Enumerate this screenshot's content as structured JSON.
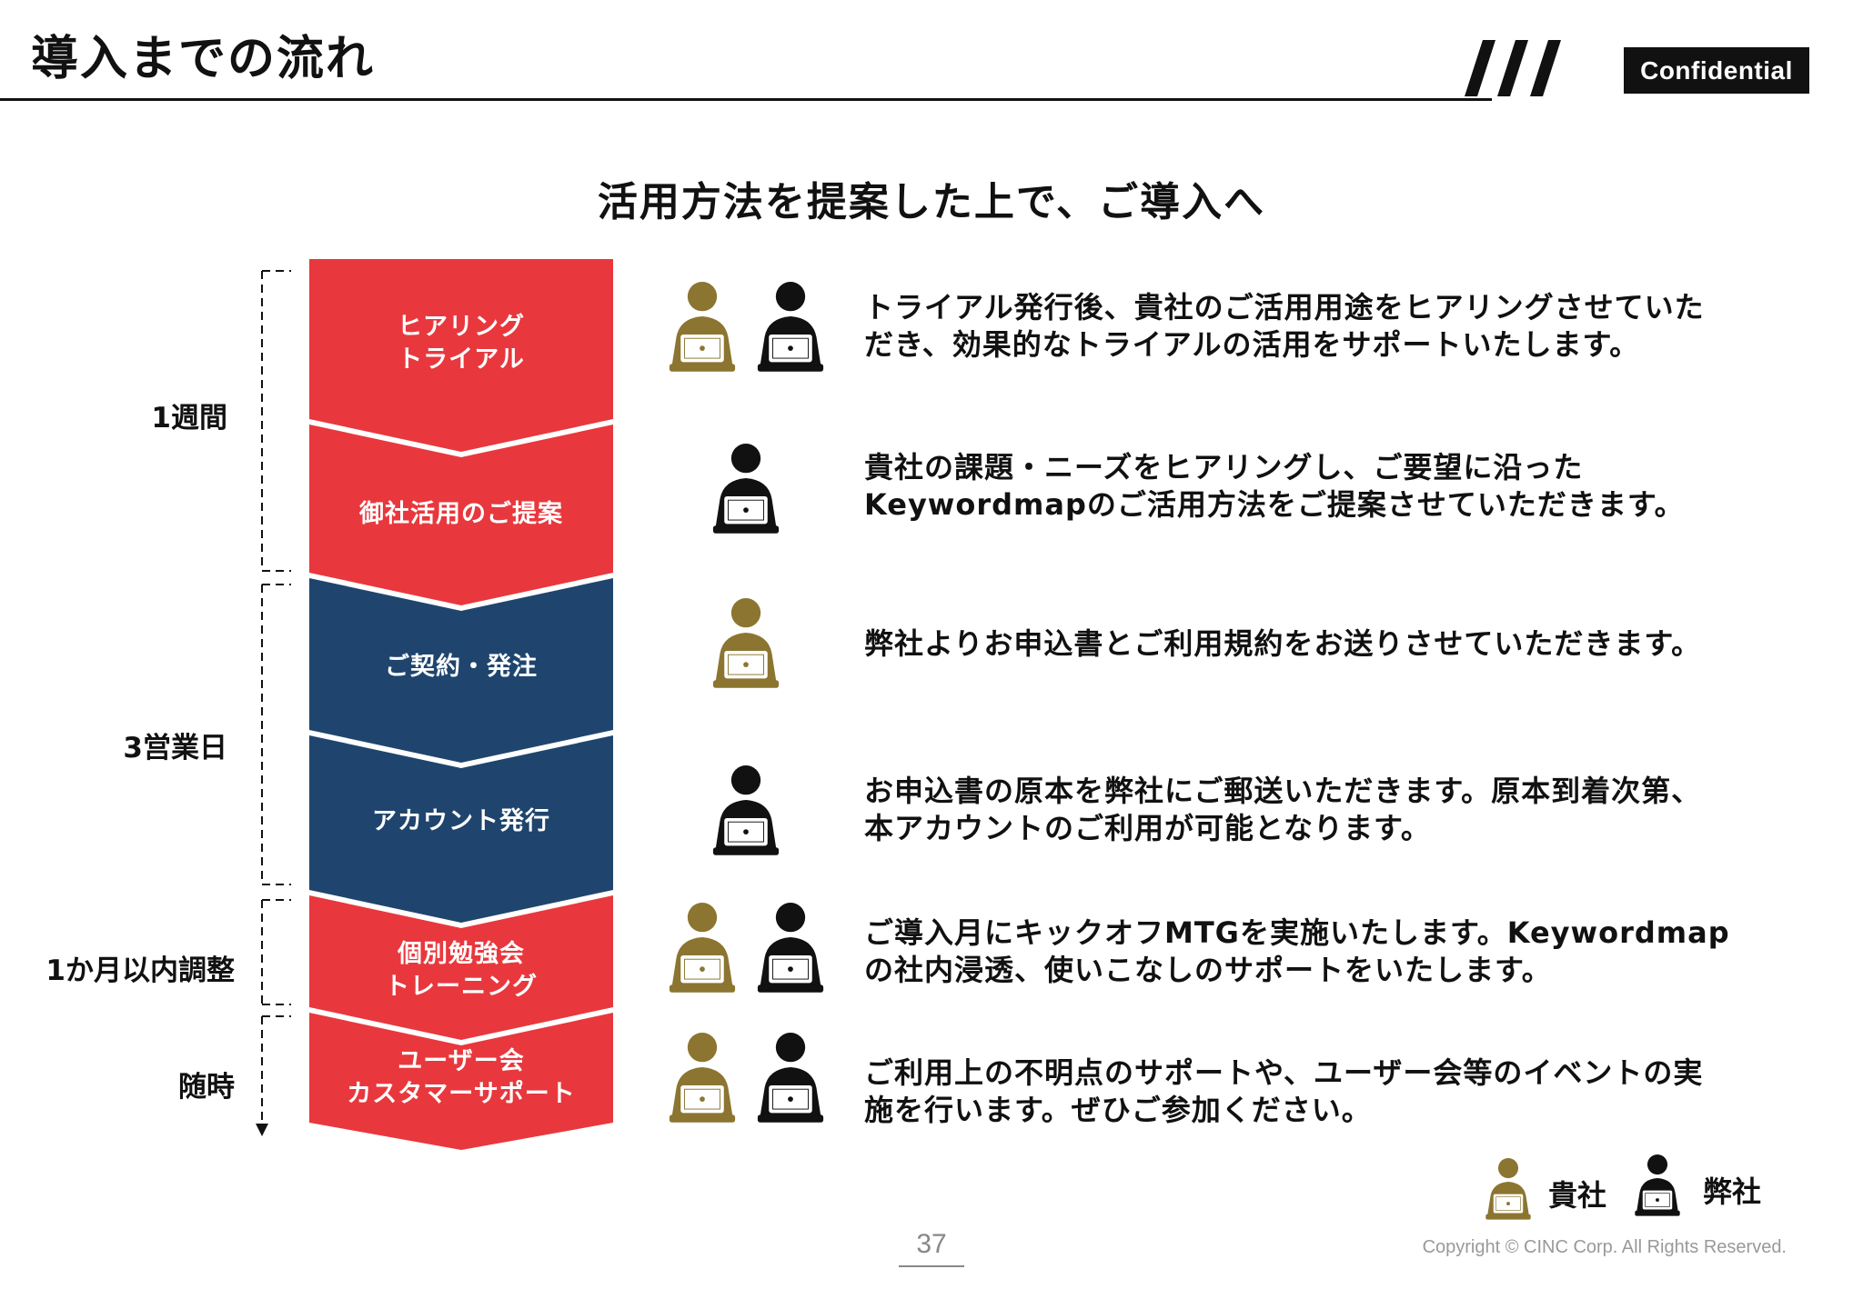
{
  "header": {
    "title": "導入までの流れ",
    "confidential": "Confidential"
  },
  "subtitle": "活用方法を提案した上で、ご導入へ",
  "periods": [
    "1週間",
    "3営業日",
    "1か月以内調整",
    "随時"
  ],
  "steps": [
    {
      "label": "ヒアリング\nトライアル",
      "color": "#E8383D",
      "actors": [
        "client",
        "company"
      ],
      "description": "トライアル発行後、貴社のご活用用途をヒアリングさせていた\nだき、効果的なトライアルの活用をサポートいたします。"
    },
    {
      "label": "御社活用のご提案",
      "color": "#E8383D",
      "actors": [
        "company"
      ],
      "description": "貴社の課題・ニーズをヒアリングし、ご要望に沿った\nKeywordmapのご活用方法をご提案させていただきます。"
    },
    {
      "label": "ご契約・発注",
      "color": "#1F456E",
      "actors": [
        "client"
      ],
      "description": "弊社よりお申込書とご利用規約をお送りさせていただきます。"
    },
    {
      "label": "アカウント発行",
      "color": "#1F456E",
      "actors": [
        "company"
      ],
      "description": "お申込書の原本を弊社にご郵送いただきます。原本到着次第、\n本アカウントのご利用が可能となります。"
    },
    {
      "label": "個別勉強会\nトレーニング",
      "color": "#E8383D",
      "actors": [
        "client",
        "company"
      ],
      "description": "ご導入月にキックオフMTGを実施いたします。Keywordmap\nの社内浸透、使いこなしのサポートをいたします。"
    },
    {
      "label": "ユーザー会\nカスタマーサポート",
      "color": "#E8383D",
      "actors": [
        "client",
        "company"
      ],
      "description": "ご利用上の不明点のサポートや、ユーザー会等のイベントの実\n施を行います。ぜひご参加ください。"
    }
  ],
  "legend": {
    "client": "貴社",
    "company": "弊社"
  },
  "colors": {
    "client": "#8C7530",
    "company": "#111111",
    "red": "#E8383D",
    "navy": "#1F456E"
  },
  "footer": {
    "page": "37",
    "copyright": "Copyright © CINC Corp. All Rights Reserved."
  }
}
